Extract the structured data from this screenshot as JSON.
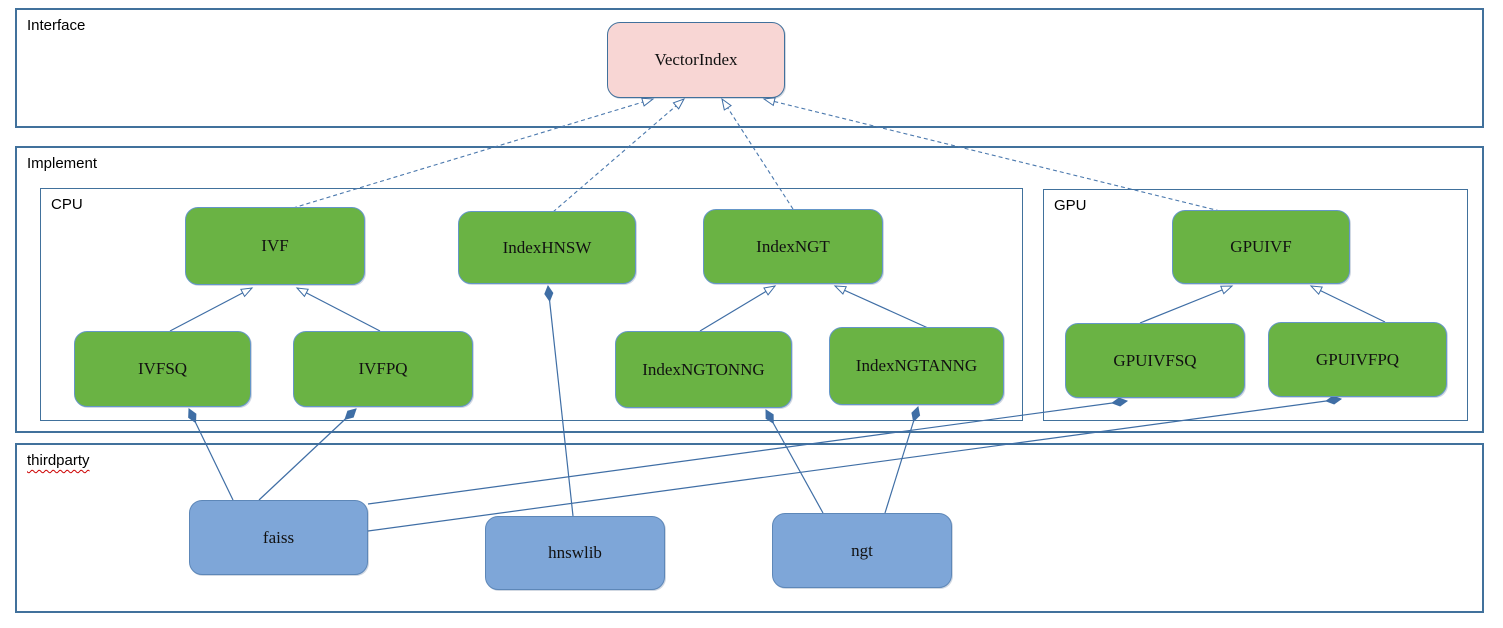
{
  "diagram": {
    "groups": {
      "interface": {
        "label": "Interface"
      },
      "implement": {
        "label": "Implement"
      },
      "cpu": {
        "label": "CPU"
      },
      "gpu": {
        "label": "GPU"
      },
      "thirdparty": {
        "label": "thirdparty"
      }
    },
    "nodes": {
      "vectorindex": {
        "label": "VectorIndex",
        "group": "interface"
      },
      "ivf": {
        "label": "IVF",
        "group": "cpu"
      },
      "indexhnsw": {
        "label": "IndexHNSW",
        "group": "cpu"
      },
      "indexngt": {
        "label": "IndexNGT",
        "group": "cpu"
      },
      "ivfsq": {
        "label": "IVFSQ",
        "group": "cpu"
      },
      "ivfpq": {
        "label": "IVFPQ",
        "group": "cpu"
      },
      "indexngtonng": {
        "label": "IndexNGTONNG",
        "group": "cpu"
      },
      "indexngtanng": {
        "label": "IndexNGTANNG",
        "group": "cpu"
      },
      "gpuivf": {
        "label": "GPUIVF",
        "group": "gpu"
      },
      "gpuivfsq": {
        "label": "GPUIVFSQ",
        "group": "gpu"
      },
      "gpuivfpq": {
        "label": "GPUIVFPQ",
        "group": "gpu"
      },
      "faiss": {
        "label": "faiss",
        "group": "thirdparty"
      },
      "hnswlib": {
        "label": "hnswlib",
        "group": "thirdparty"
      },
      "ngt": {
        "label": "ngt",
        "group": "thirdparty"
      }
    },
    "edges": [
      {
        "from": "IVF",
        "to": "VectorIndex",
        "type": "realization"
      },
      {
        "from": "IndexHNSW",
        "to": "VectorIndex",
        "type": "realization"
      },
      {
        "from": "IndexNGT",
        "to": "VectorIndex",
        "type": "realization"
      },
      {
        "from": "GPUIVF",
        "to": "VectorIndex",
        "type": "realization"
      },
      {
        "from": "IVFSQ",
        "to": "IVF",
        "type": "inheritance"
      },
      {
        "from": "IVFPQ",
        "to": "IVF",
        "type": "inheritance"
      },
      {
        "from": "IndexNGTONNG",
        "to": "IndexNGT",
        "type": "inheritance"
      },
      {
        "from": "IndexNGTANNG",
        "to": "IndexNGT",
        "type": "inheritance"
      },
      {
        "from": "GPUIVFSQ",
        "to": "GPUIVF",
        "type": "inheritance"
      },
      {
        "from": "GPUIVFPQ",
        "to": "GPUIVF",
        "type": "inheritance"
      },
      {
        "from": "faiss",
        "to": "IVFSQ",
        "type": "composition"
      },
      {
        "from": "faiss",
        "to": "IVFPQ",
        "type": "composition"
      },
      {
        "from": "faiss",
        "to": "GPUIVFSQ",
        "type": "composition"
      },
      {
        "from": "faiss",
        "to": "GPUIVFPQ",
        "type": "composition"
      },
      {
        "from": "hnswlib",
        "to": "IndexHNSW",
        "type": "composition"
      },
      {
        "from": "ngt",
        "to": "IndexNGTONNG",
        "type": "composition"
      },
      {
        "from": "ngt",
        "to": "IndexNGTANNG",
        "type": "composition"
      }
    ],
    "colors": {
      "interface_node_fill": "#f8d6d4",
      "implement_node_fill": "#6ab344",
      "thirdparty_node_fill": "#7ea6d8",
      "container_border": "#41719c",
      "connector_line": "#3f6ea5",
      "spellcheck_underline": "#cc0000"
    }
  }
}
